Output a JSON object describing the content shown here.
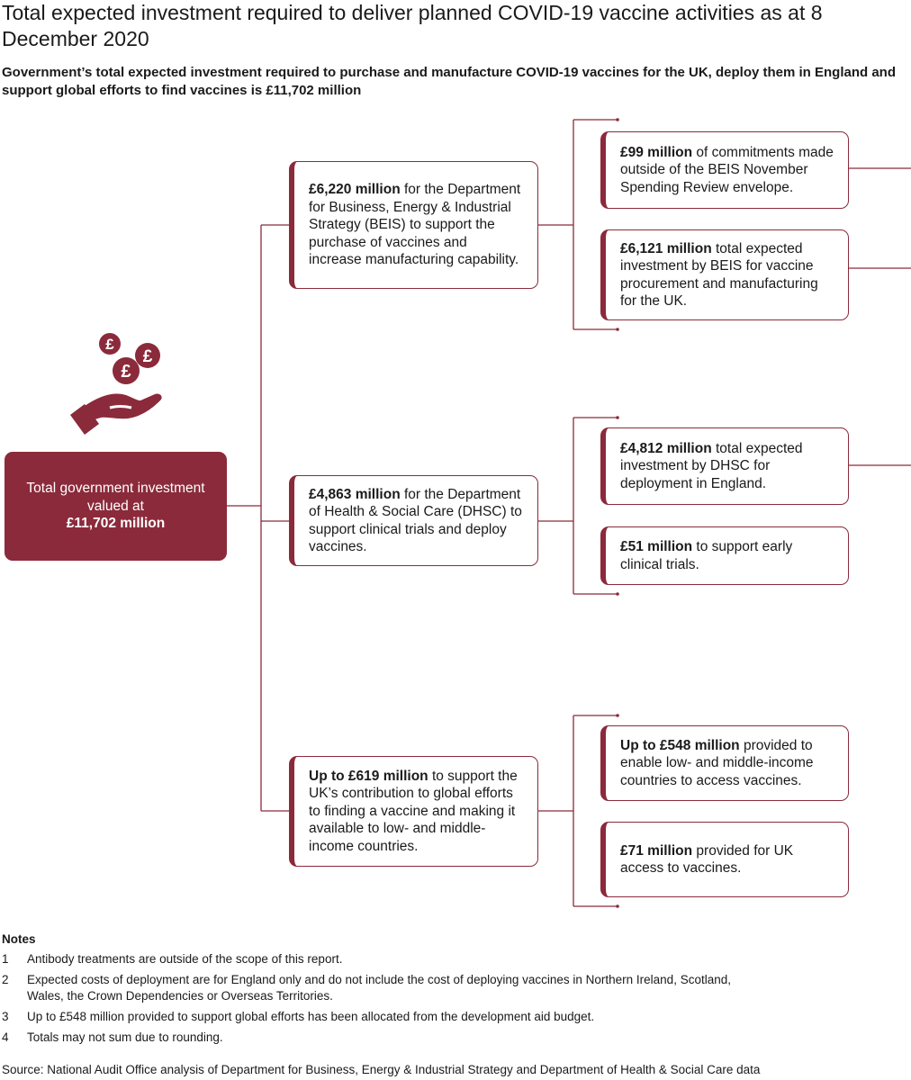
{
  "header": {
    "title": "Total expected investment required to deliver planned COVID-19 vaccine activities as at 8 December 2020",
    "subtitle": "Government’s total expected investment required to purchase and manufacture COVID-19 vaccines for the UK, deploy them in England and support global efforts to find vaccines is £11,702 million"
  },
  "colors": {
    "accent": "#8b2a3b"
  },
  "icon": {
    "name": "hand-with-pound-coins-icon",
    "glyph": "£"
  },
  "root": {
    "line1": "Total government investment valued at",
    "amount": "£11,702 million"
  },
  "level1": [
    {
      "bold": "£6,220 million",
      "text": " for the Department for Business, Energy & Industrial Strategy (BEIS) to support the purchase of vaccines and increase manufacturing capability."
    },
    {
      "bold": "£4,863 million",
      "text": " for the Department of Health & Social Care (DHSC) to support clinical trials and deploy vaccines."
    },
    {
      "bold": "Up to £619 million",
      "text": " to support the UK’s contribution to global efforts to finding a vaccine and making it available to low- and middle-income countries."
    }
  ],
  "level2": [
    {
      "bold": "£99 million",
      "text": " of commitments made outside of the BEIS November Spending Review envelope."
    },
    {
      "bold": "£6,121 million",
      "text": " total expected investment by BEIS for vaccine procurement and manufacturing for the UK."
    },
    {
      "bold": "£4,812 million",
      "text": " total expected investment by DHSC for deployment in England."
    },
    {
      "bold": "£51 million",
      "text": " to support early clinical trials."
    },
    {
      "bold": "Up to £548 million",
      "text": " provided to enable low- and middle-income countries to access vaccines."
    },
    {
      "bold": "£71 million",
      "text": " provided for UK access to vaccines."
    }
  ],
  "notes": {
    "title": "Notes",
    "items": [
      {
        "num": "1",
        "text": "Antibody treatments are outside of the scope of this report."
      },
      {
        "num": "2",
        "text": "Expected costs of deployment are for England only and do not include the cost of deploying vaccines in Northern Ireland, Scotland, Wales, the Crown Dependencies or Overseas Territories."
      },
      {
        "num": "3",
        "text": "Up to £548 million provided to support global efforts has been allocated from the development aid budget."
      },
      {
        "num": "4",
        "text": "Totals may not sum due to rounding."
      }
    ]
  },
  "source": "Source: National Audit Office analysis of Department for Business, Energy & Industrial Strategy and Department of Health & Social Care data"
}
